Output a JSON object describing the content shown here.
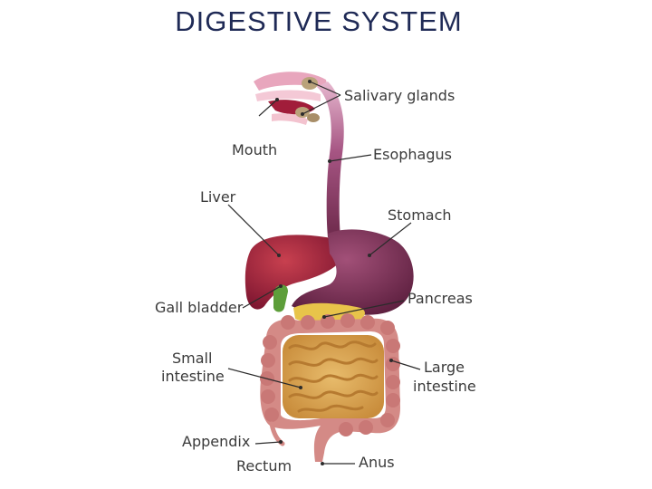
{
  "title": "DIGESTIVE SYSTEM",
  "labels": {
    "salivary_glands": "Salivary glands",
    "mouth": "Mouth",
    "esophagus": "Esophagus",
    "liver": "Liver",
    "stomach": "Stomach",
    "pancreas": "Pancreas",
    "gall_bladder": "Gall bladder",
    "small_intestine_1": "Small",
    "small_intestine_2": "intestine",
    "large_intestine_1": "Large",
    "large_intestine_2": "intestine",
    "appendix": "Appendix",
    "rectum": "Rectum",
    "anus": "Anus"
  },
  "colors": {
    "title": "#1f2a56",
    "liver": "#9b1f3a",
    "stomach": "#7a2f55",
    "esophagus": "#8a3a64",
    "small_intestine": "#d9a452",
    "large_intestine": "#d48a86",
    "pancreas": "#e8c44a",
    "gall_bladder": "#5d9e3a",
    "salivary": "#b9a27a"
  }
}
